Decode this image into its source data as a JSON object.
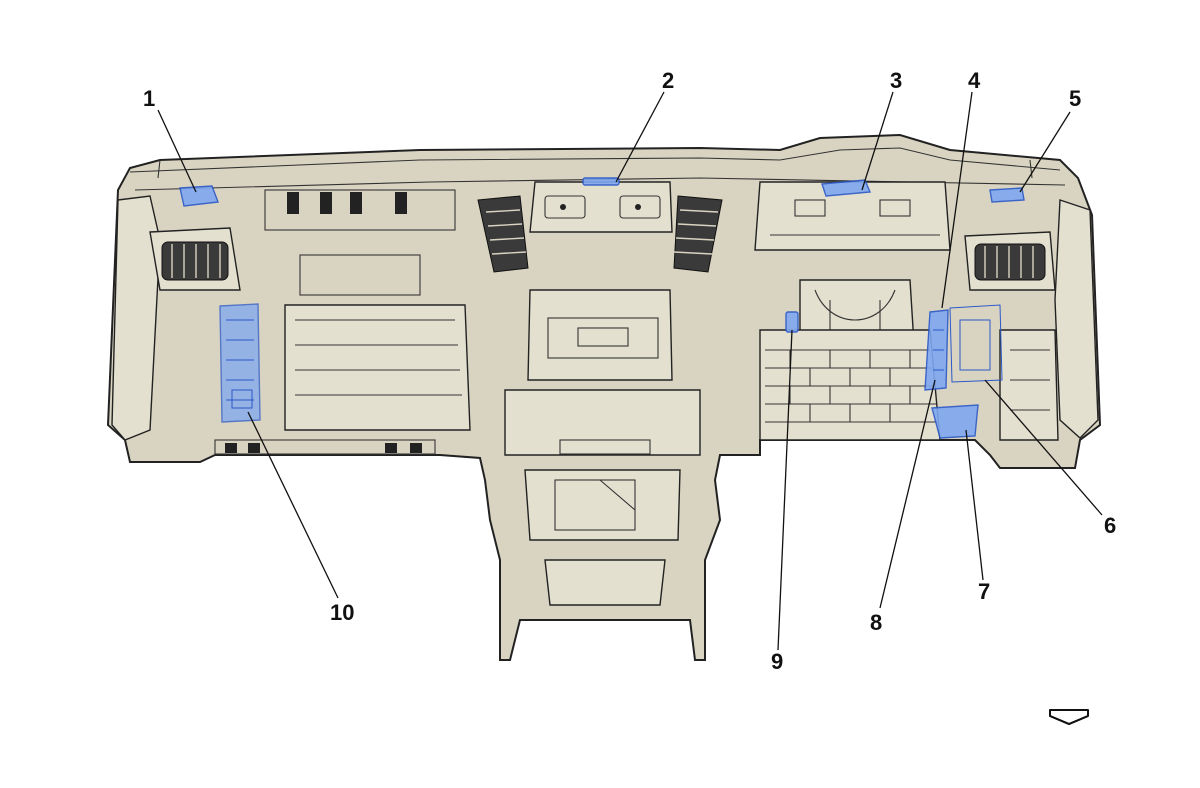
{
  "diagram": {
    "callouts": [
      {
        "id": "callout-1",
        "label": "1"
      },
      {
        "id": "callout-2",
        "label": "2"
      },
      {
        "id": "callout-3",
        "label": "3"
      },
      {
        "id": "callout-4",
        "label": "4"
      },
      {
        "id": "callout-5",
        "label": "5"
      },
      {
        "id": "callout-6",
        "label": "6"
      },
      {
        "id": "callout-7",
        "label": "7"
      },
      {
        "id": "callout-8",
        "label": "8"
      },
      {
        "id": "callout-9",
        "label": "9"
      },
      {
        "id": "callout-10",
        "label": "10"
      }
    ],
    "colors": {
      "dashboard_fill": "#d9d4c2",
      "highlight_component": "#7fa7f0",
      "outline": "#222222"
    },
    "icons": {
      "view_direction": "arrow-down-icon"
    }
  }
}
